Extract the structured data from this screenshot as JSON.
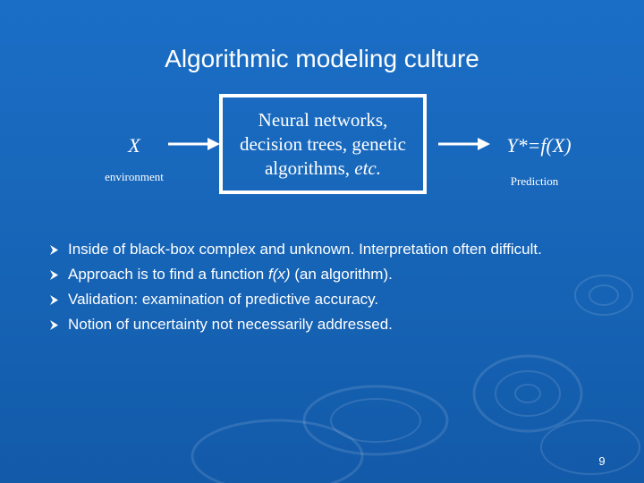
{
  "slide": {
    "title": "Algorithmic modeling culture",
    "page_number": "9",
    "background_color": "#1766b9",
    "text_color": "#ffffff"
  },
  "diagram": {
    "input": {
      "symbol": "X",
      "label": "environment"
    },
    "box": {
      "line1": "Neural networks,",
      "line2": "decision trees, genetic",
      "line3_prefix": "algorithms, ",
      "line3_em": "etc."
    },
    "output": {
      "symbol": "Y*=f(X)",
      "label": "Prediction"
    },
    "arrow_icon": "right-arrow-icon"
  },
  "bullets": {
    "marker_icon": "arrowhead-bullet-icon",
    "items": [
      {
        "text": "Inside of black-box complex and unknown. Interpretation often difficult."
      },
      {
        "prefix": "Approach is to find a function ",
        "em": "f(x)",
        "suffix": " (an algorithm)."
      },
      {
        "text": "Validation: examination of predictive accuracy."
      },
      {
        "text": "Notion of uncertainty not necessarily addressed."
      }
    ]
  }
}
